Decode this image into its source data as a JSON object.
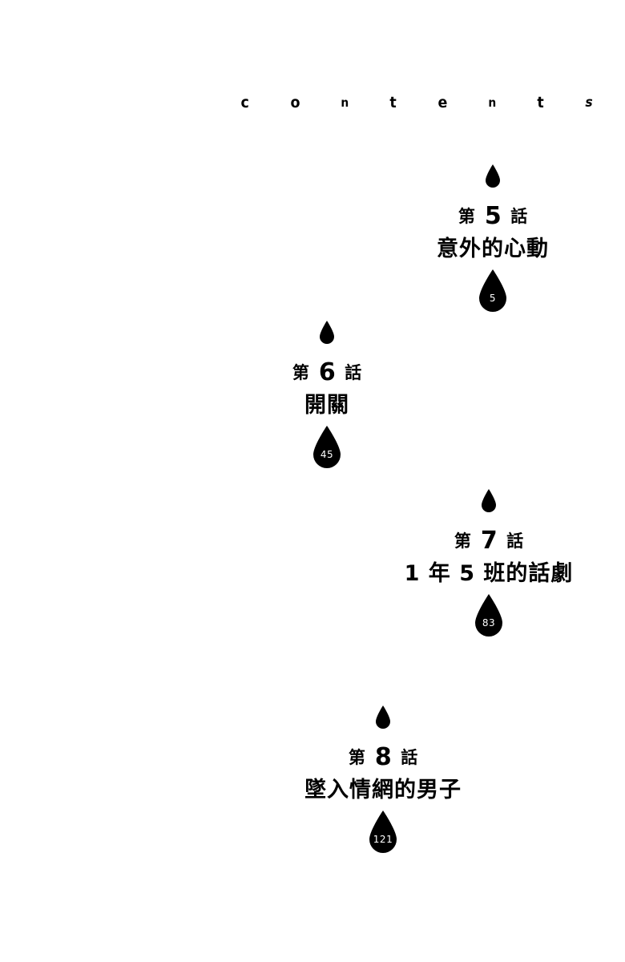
{
  "page": {
    "background_color": "#ffffff",
    "ink_color": "#000000",
    "header_text": "contents",
    "header_letters": [
      "c",
      "o",
      "n",
      "t",
      "e",
      "n",
      "t",
      "s"
    ]
  },
  "contents": {
    "entries": [
      {
        "chapter_prefix": "第",
        "chapter_number": "5",
        "chapter_suffix": "話",
        "chapter_label": "第 5 話",
        "title": "意外的心動",
        "page": "5",
        "side": "right",
        "drop_icon": "water-drop-icon"
      },
      {
        "chapter_prefix": "第",
        "chapter_number": "6",
        "chapter_suffix": "話",
        "chapter_label": "第 6 話",
        "title": "開關",
        "page": "45",
        "side": "left",
        "drop_icon": "water-drop-icon"
      },
      {
        "chapter_prefix": "第",
        "chapter_number": "7",
        "chapter_suffix": "話",
        "chapter_label": "第 7 話",
        "title": "1 年 5 班的話劇",
        "page": "83",
        "side": "right",
        "drop_icon": "water-drop-icon"
      },
      {
        "chapter_prefix": "第",
        "chapter_number": "8",
        "chapter_suffix": "話",
        "chapter_label": "第 8 話",
        "title": "墜入情網的男子",
        "page": "121",
        "side": "left",
        "drop_icon": "water-drop-icon"
      }
    ]
  }
}
